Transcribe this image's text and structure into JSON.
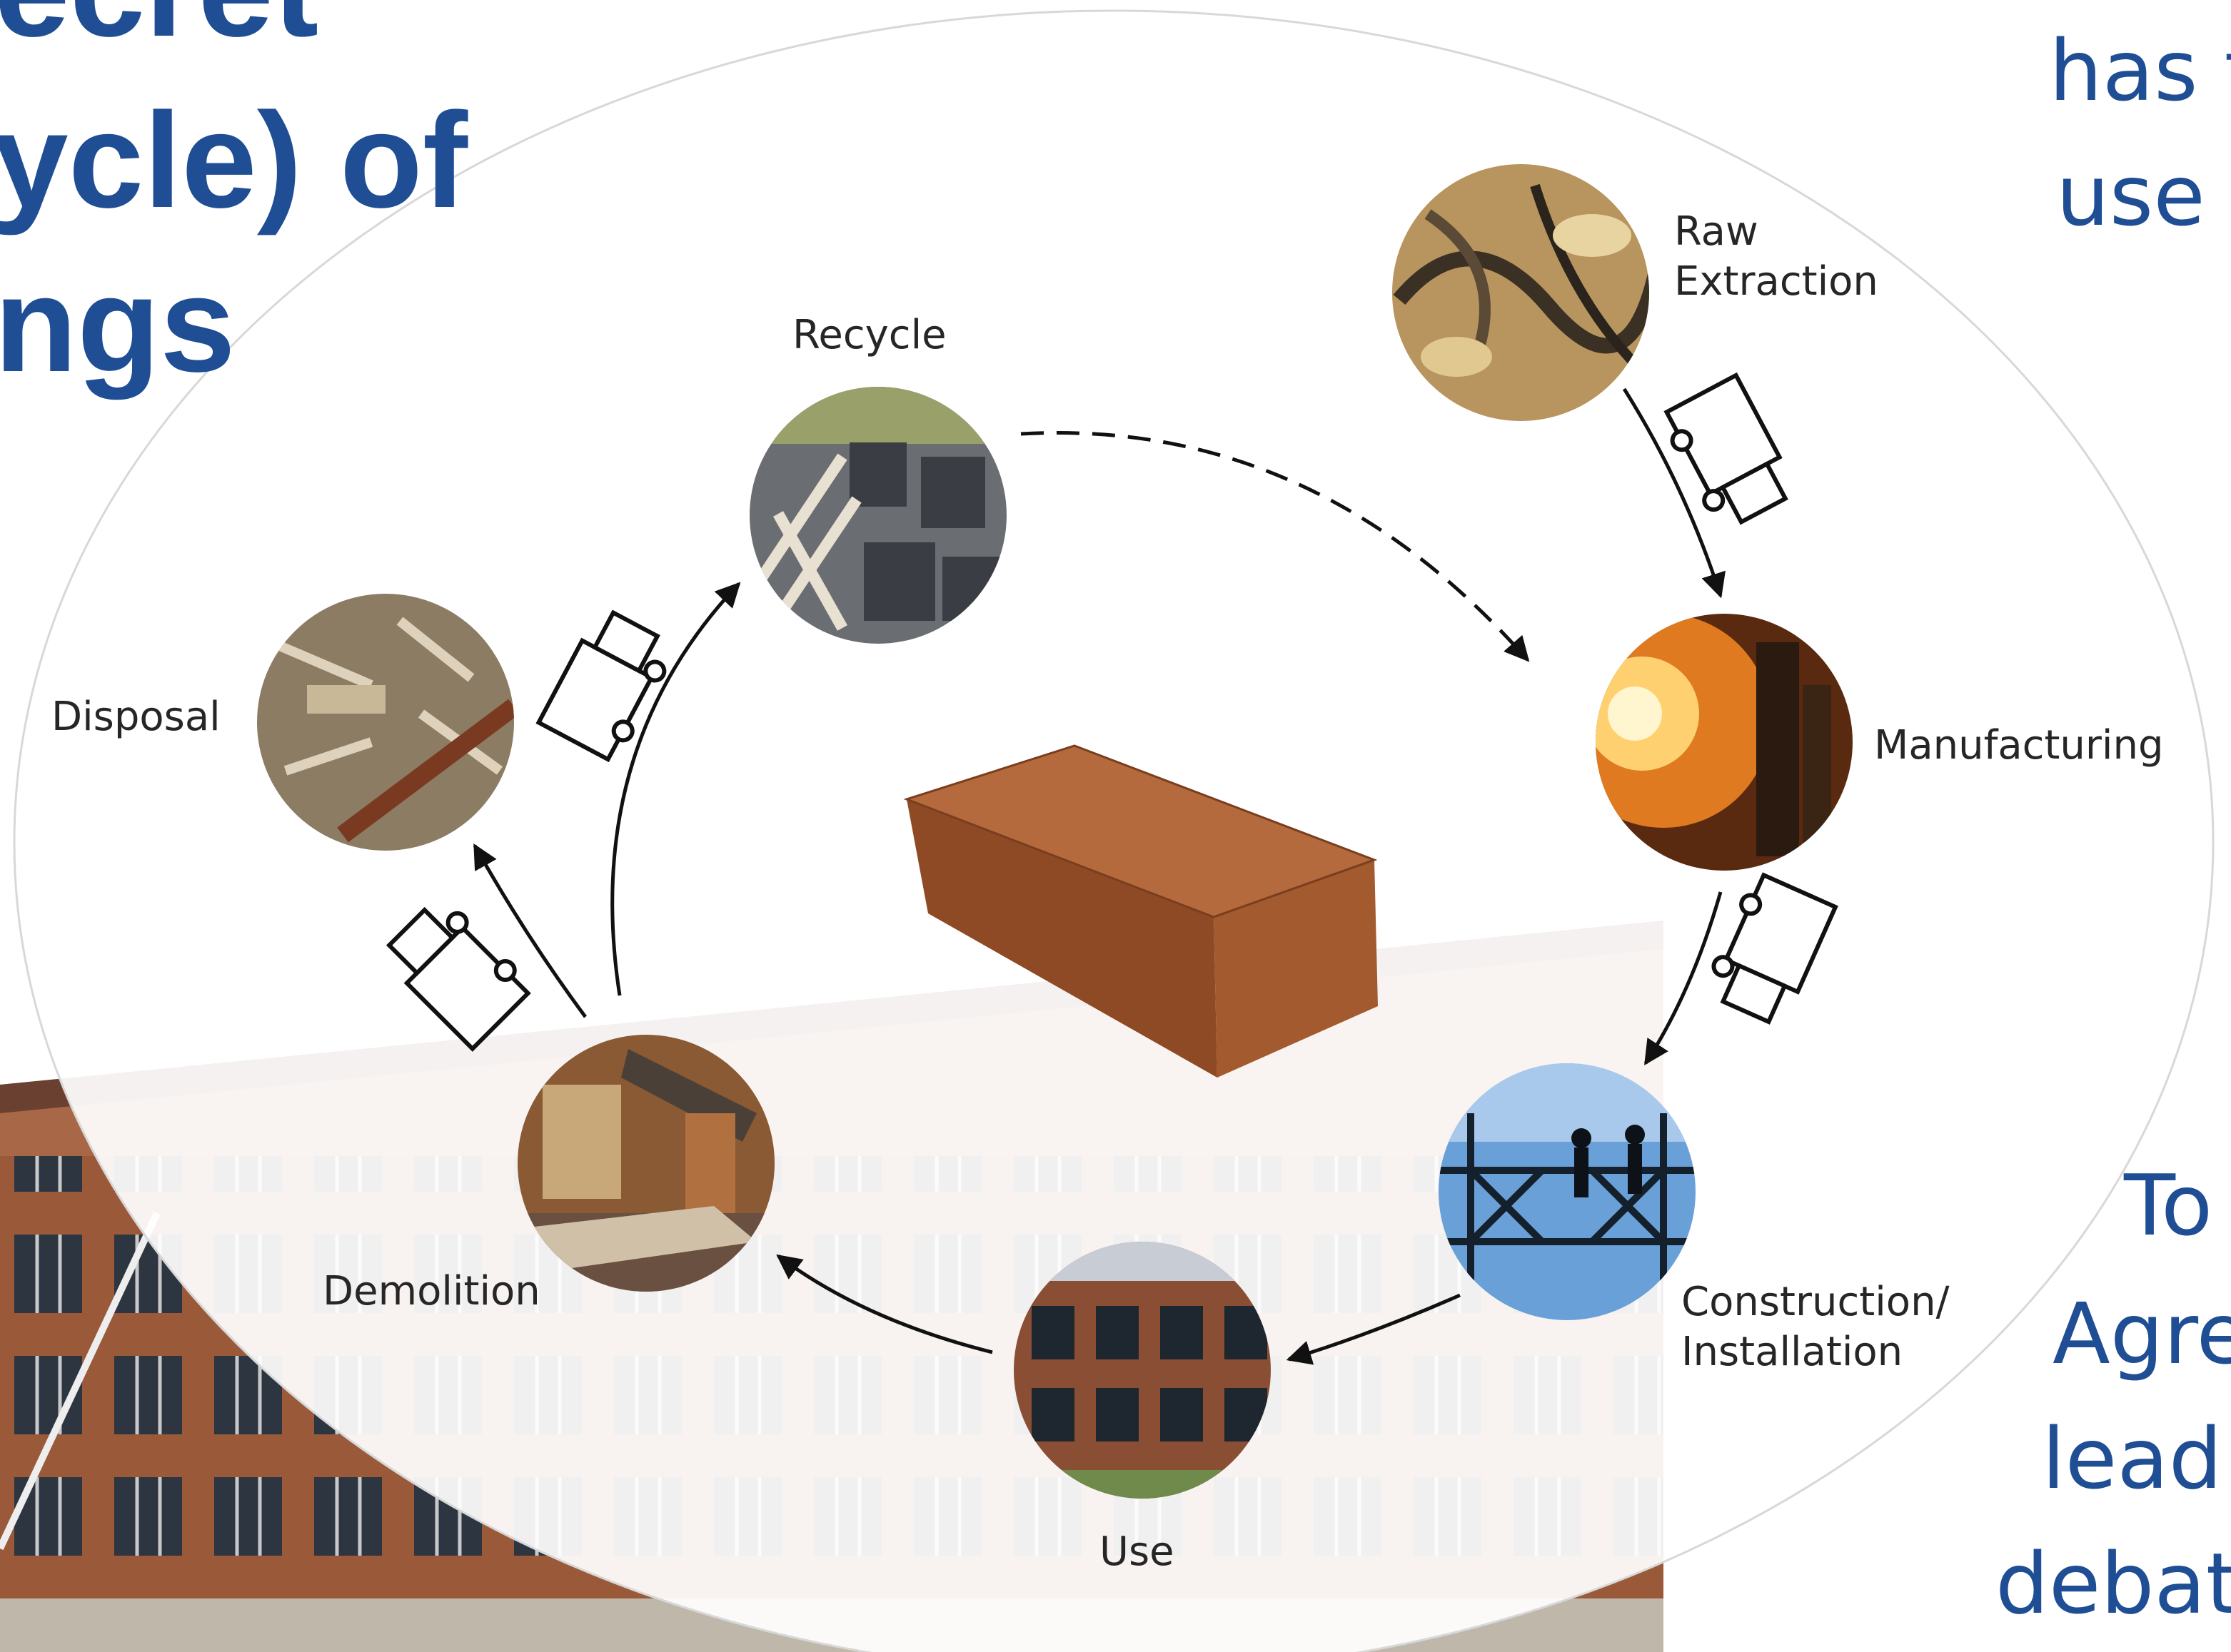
{
  "slide": {
    "title_lines": [
      "ecret",
      "ycle) of",
      "ngs"
    ],
    "right_text_top": [
      "has f",
      "use p"
    ],
    "right_text_bottom": [
      "To",
      "Agre",
      "lead",
      "debat"
    ]
  },
  "diagram": {
    "center_image": "brick-photo",
    "background_image": "brick-building-photo",
    "stages": [
      {
        "id": "raw-extraction",
        "lines": [
          "Raw",
          "Extraction"
        ],
        "photo": "raw-ore-photo"
      },
      {
        "id": "manufacturing",
        "lines": [
          "Manufacturing"
        ],
        "photo": "foundry-photo"
      },
      {
        "id": "construction",
        "lines": [
          "Construction/",
          "Installation"
        ],
        "photo": "construction-photo"
      },
      {
        "id": "use",
        "lines": [
          "Use"
        ],
        "photo": "building-photo"
      },
      {
        "id": "demolition",
        "lines": [
          "Demolition"
        ],
        "photo": "demolition-photo"
      },
      {
        "id": "disposal",
        "lines": [
          "Disposal"
        ],
        "photo": "debris-photo"
      },
      {
        "id": "recycle",
        "lines": [
          "Recycle"
        ],
        "photo": "scrap-photo"
      }
    ],
    "flows": [
      {
        "from": "raw-extraction",
        "to": "manufacturing",
        "style": "solid",
        "transport": "truck-icon"
      },
      {
        "from": "manufacturing",
        "to": "construction",
        "style": "solid",
        "transport": "truck-icon"
      },
      {
        "from": "construction",
        "to": "use",
        "style": "solid"
      },
      {
        "from": "use",
        "to": "demolition",
        "style": "solid"
      },
      {
        "from": "demolition",
        "to": "disposal",
        "style": "solid",
        "transport": "truck-icon"
      },
      {
        "from": "demolition",
        "to": "recycle",
        "style": "solid",
        "transport": "truck-icon"
      },
      {
        "from": "recycle",
        "to": "manufacturing",
        "style": "dashed"
      }
    ]
  }
}
